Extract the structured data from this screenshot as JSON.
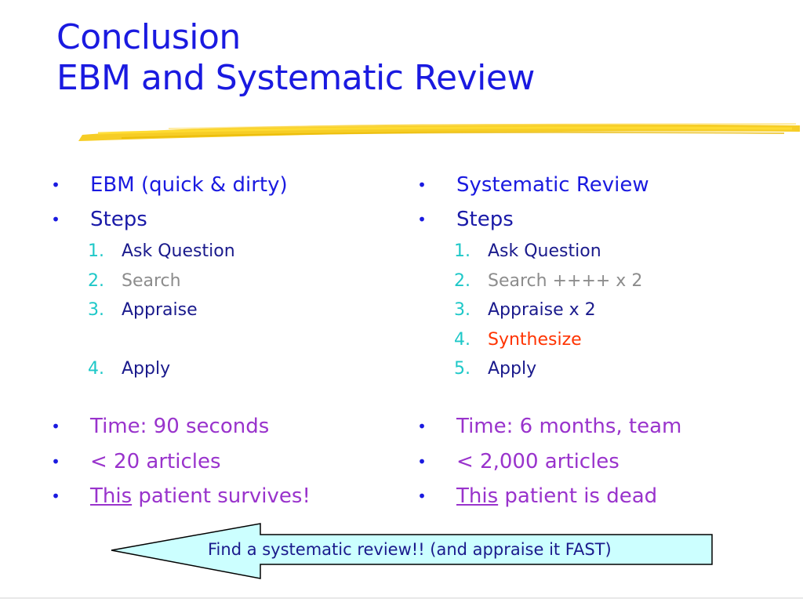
{
  "title": {
    "line1": "Conclusion",
    "line2": "EBM and Systematic Review"
  },
  "colors": {
    "title": "#1a1ae0",
    "number": "#1ec8c8",
    "purple": "#9933cc",
    "gray": "#8c8c8c",
    "red": "#ff3300",
    "underline": "#f5c400",
    "arrow_fill": "#ccffff"
  },
  "left": {
    "heading": "EBM (quick & dirty)",
    "steps_label": "Steps",
    "steps": [
      {
        "num": "1.",
        "text": "Ask Question"
      },
      {
        "num": "2.",
        "text": "Search"
      },
      {
        "num": "3.",
        "text": "Appraise"
      },
      {
        "num": "4.",
        "text": "Apply"
      }
    ],
    "time": "Time: 90 seconds",
    "articles": "< 20 articles",
    "outcome_this": "This",
    "outcome_rest": " patient survives!"
  },
  "right": {
    "heading": "Systematic Review",
    "steps_label": "Steps",
    "steps": [
      {
        "num": "1.",
        "text": "Ask Question"
      },
      {
        "num": "2.",
        "text": "Search ++++ x 2"
      },
      {
        "num": "3.",
        "text": "Appraise x 2"
      },
      {
        "num": "4.",
        "text": "Synthesize"
      },
      {
        "num": "5.",
        "text": "Apply"
      }
    ],
    "time": "Time: 6 months, team",
    "articles": "< 2,000 articles",
    "outcome_this": "This",
    "outcome_rest": " patient is dead"
  },
  "callout": "Find a systematic review!! (and appraise it FAST)",
  "bullet_glyph": "•"
}
